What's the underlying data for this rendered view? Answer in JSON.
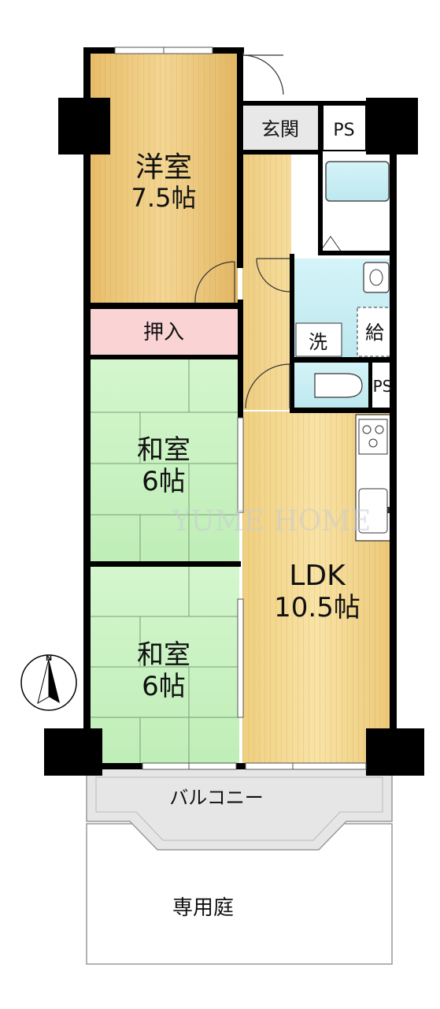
{
  "rooms": {
    "western": {
      "name": "洋室",
      "size": "7.5帖"
    },
    "closet": {
      "name": "押入"
    },
    "japanese_1": {
      "name": "和室",
      "size": "6帖"
    },
    "japanese_2": {
      "name": "和室",
      "size": "6帖"
    },
    "ldk": {
      "name": "LDK",
      "size": "10.5帖"
    },
    "entrance": {
      "name": "玄関"
    },
    "ps_top": {
      "name": "PS"
    },
    "ps_toilet": {
      "name": "PS"
    },
    "washroom": {
      "name": "洗"
    },
    "water_heater": {
      "name": "給"
    },
    "balcony": {
      "name": "バルコニー"
    },
    "garden": {
      "name": "専用庭"
    }
  },
  "watermark": "YUME HOME",
  "compass": {
    "label": "N"
  },
  "colors": {
    "western_floor": "#ecc87a",
    "ldk_floor": "#f3d98f",
    "tatami": "#c8f2c2",
    "closet": "#fad4d4",
    "wet_area": "#c6eef4",
    "balcony": "#e6e6e6",
    "wall": "#000000"
  }
}
